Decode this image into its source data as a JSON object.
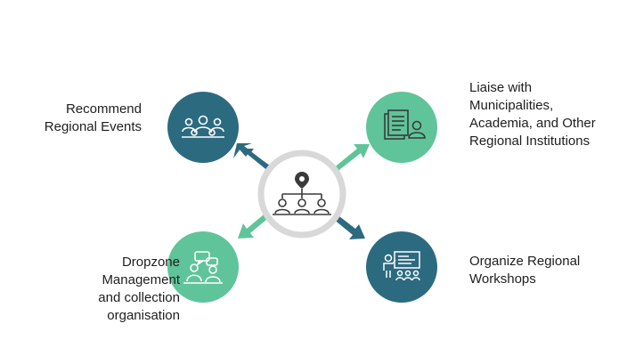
{
  "diagram": {
    "colors": {
      "dark_teal": "#2c6a80",
      "light_green": "#5fc49a",
      "ring_gray": "#d8d8d8",
      "icon_dark": "#3a3a3a",
      "icon_light": "#ffffff"
    },
    "center": {
      "icon": "org-hierarchy-icon"
    },
    "nodes": [
      {
        "id": "tl",
        "icon": "group-meeting-icon",
        "label": "Recommend\nRegional Events"
      },
      {
        "id": "tr",
        "icon": "document-contact-icon",
        "label": "Liaise with\nMunicipalities,\nAcademia, and Other\nRegional Institutions"
      },
      {
        "id": "bl",
        "icon": "conversation-icon",
        "label": "Dropzone\nManagement\nand collection\norganisation"
      },
      {
        "id": "br",
        "icon": "workshop-presentation-icon",
        "label": "Organize Regional\nWorkshops"
      }
    ]
  }
}
